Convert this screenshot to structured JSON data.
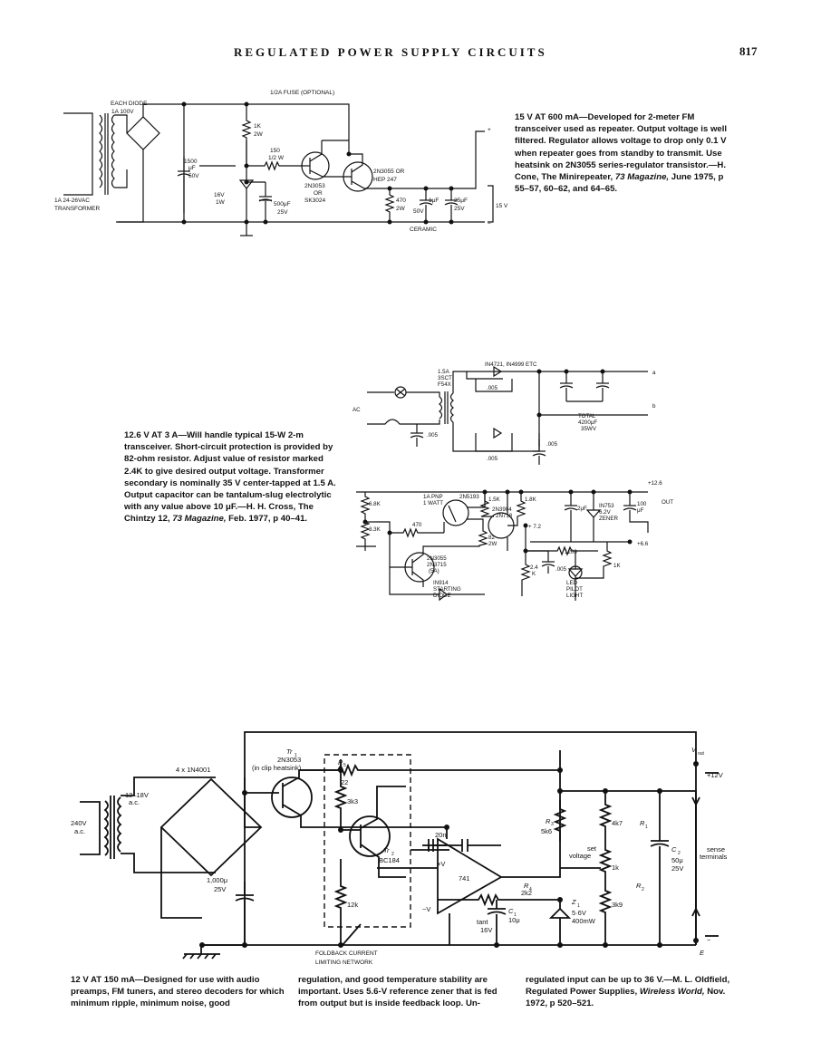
{
  "header": {
    "title": "REGULATED POWER SUPPLY CIRCUITS",
    "page_number": "817"
  },
  "figure1": {
    "caption": {
      "heading": "15 V AT 600 mA—Developed for 2-meter FM transceiver used as repeater.",
      "body": " Output voltage is well filtered. Regulator allows voltage to drop only 0.1 V when repeater goes from standby to transmit. Use heatsink on 2N3055 series-regulator transistor.—H. Cone, The Minirepeater, ",
      "magazine": "73 Magazine,",
      "tail": " June 1975, p 55–57, 60–62, and 64–65."
    },
    "labels": {
      "fuse": "1/2A FUSE (OPTIONAL)",
      "diode1": "EACH DIODE",
      "diode2": "1A 100V",
      "xfmr1": "1A 24-26VAC",
      "xfmr2": "TRANSFORMER",
      "c1a": "1500",
      "c1b": "μF",
      "c1c": "50V",
      "r1a": "1K",
      "r1b": "2W",
      "r2a": "150",
      "r2b": "1/2 W",
      "z1a": "16V",
      "z1b": "1W",
      "c2a": "500μF",
      "c2b": "25V",
      "q1a": "2N3053",
      "q1b": "OR",
      "q1c": "SK3024",
      "q2a": "2N3055  OR",
      "q2b": "HEP 247",
      "r3a": "470",
      "r3b": "2W",
      "c3a": "1μF",
      "c3b": "50V",
      "c4a": "25μF",
      "c4b": "25V",
      "out": "15 V",
      "ceramic": "CERAMIC",
      "plus": "+",
      "minus": "−"
    }
  },
  "figure2": {
    "caption": {
      "heading": "12.6 V AT 3 A—Will handle typical 15-W 2-m transceiver.",
      "body": " Short-circuit protection is provided by 82-ohm resistor. Adjust value of resistor marked 2.4K to give desired output voltage. Transformer secondary is nominally 35 V center-tapped at 1.5 A. Output capacitor can be tantalum-slug electrolytic with any value above 10 μF.—H. H. Cross, The Chintzy 12, ",
      "magazine": "73 Magazine,",
      "tail": " Feb. 1977, p 40–41."
    },
    "labels": {
      "diodes": "IN4721, IN4999 ETC",
      "fuse1": "1.5A",
      "fuse2": "3SCT",
      "fuse3": "F54X",
      "ac": "AC",
      "c005a": ".005",
      "c005b": ".005",
      "c005c": ".005",
      "c005d": ".005",
      "c005e": ".005",
      "total1": "TOTAL",
      "total2": "4200μF",
      "total3": "35WV",
      "node_a": "a",
      "node_b": "b",
      "v126": "+12.6",
      "r68": "6.8K",
      "r33": "3.3K",
      "r470": "470",
      "q_pnp1": "1A PNP",
      "q_pnp2": "1 WATT",
      "q2n5193": "2N5193",
      "r15": "1.5K",
      "r18": "1.8K",
      "q2n3904": "2N3904",
      "q2n718": "2N718",
      "r82a": "82",
      "r82b": "2W",
      "v72": "+ 7.2",
      "v66": "+6.6",
      "c2uf": "2μF",
      "zener1": "IN753",
      "zener2": "6.2V",
      "zener3": "ZENER",
      "c100a": "100",
      "c100b": "μF",
      "out": "OUT",
      "q2n3055": "2N3055",
      "q2n3715": "2N3715",
      "q5a": "(5A)",
      "r24a": "2.4",
      "r24b": "K",
      "r1200": "1200",
      "r1k": "1K",
      "led1": "LED",
      "led2": "PILOT",
      "led3": "LIGHT",
      "d1": "IN914",
      "d2": "STARTING",
      "d3": "DIODE"
    }
  },
  "figure3": {
    "caption": {
      "heading": "12 V AT 150 mA—Designed for use with audio preamps, FM tuners, and stereo decoders for which minimum ripple, minimum noise, good",
      "col2": "regulation, and good temperature stability are important. Uses 5.6-V reference zener that is fed from output but is inside feedback loop. Un-",
      "col3a": "regulated input can be up to 36 V.—M. L. Oldfield, Regulated Power Supplies, ",
      "col3mag": "Wireless World,",
      "col3b": " Nov. 1972, p 520–521."
    },
    "labels": {
      "tr1a": "Tr",
      "tr1s": "1",
      "tr1b": "2N3053",
      "tr1c": "(in clip heatsink)",
      "diodes": "4 x 1N4001",
      "xa": "12–18V",
      "xb": "a.c.",
      "va": "240V",
      "vb": "a.c.",
      "ca": "1,000μ",
      "cb": "25V",
      "r5": "R",
      "r5s": "5",
      "r5v": "22",
      "r3k3": "3k3",
      "tr2": "Tr",
      "tr2s": "2",
      "tr2b": "BC184",
      "c20n": "20n",
      "vp": "+V",
      "vm": "−V",
      "op": "741",
      "r3": "R",
      "r3s": "3",
      "r3v": "5k6",
      "r4k7": "4k7",
      "r1": "R",
      "r1s": "1",
      "set1": "set",
      "set2": "voltage",
      "pot": "1k",
      "r2": "R",
      "r2s": "2",
      "r3k9": "3k9",
      "r4": "R",
      "r4s": "4",
      "r4v": "2k2",
      "c1": "C",
      "c1s": "1",
      "c1a": "tant",
      "c1b": "10μ",
      "c1c": "16V",
      "z1": "Z",
      "z1s": "1",
      "z1a": "5·6V",
      "z1b": "400mW",
      "c2": "C",
      "c2s": "2",
      "c2a": "50μ",
      "c2b": "25V",
      "r12k": "12k",
      "vout": "V",
      "vouts": "out",
      "v12": "+12V",
      "sense1": "sense",
      "sense2": "terminals",
      "fold1": "FOLDBACK  CURRENT",
      "fold2": "LIMITING  NETWORK",
      "e": "E",
      "minus": "−"
    }
  }
}
